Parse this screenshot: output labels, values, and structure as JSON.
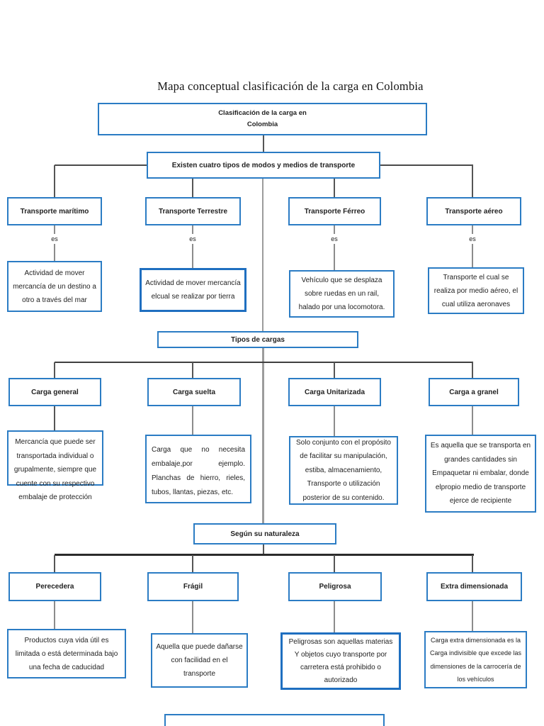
{
  "title": "Mapa conceptual clasificación de la carga en Colombia",
  "root": {
    "label": "Clasificación de la carga en Colombia"
  },
  "level1": {
    "label": "Existen cuatro tipos de modos y medios de transporte"
  },
  "transport": {
    "connector_label": "es",
    "nodes": [
      {
        "label": "Transporte marítimo",
        "description": "Actividad de mover mercancía de un destino a otro a través del mar"
      },
      {
        "label": "Transporte Terrestre",
        "description": "Actividad de mover mercancía elcual se realizar por tierra"
      },
      {
        "label": "Transporte Férreo",
        "description": "Vehículo que se desplaza sobre ruedas en un rail, halado por una locomotora."
      },
      {
        "label": "Transporte aéreo",
        "description": "Transporte el cual se realiza por medio aéreo, el cual utiliza aeronaves"
      }
    ]
  },
  "cargo": {
    "header": "Tipos de cargas",
    "nodes": [
      {
        "label": "Carga general",
        "description": "Mercancía que puede ser transportada individual o grupalmente, siempre que cuente con su respectivo embalaje de protección"
      },
      {
        "label": "Carga suelta",
        "description": "Carga que no necesita embalaje,por ejemplo. Planchas de hierro, rieles, tubos, llantas, piezas, etc."
      },
      {
        "label": "Carga Unitarizada",
        "description": "Solo conjunto con el propósito de facilitar su manipulación, estiba, almacenamiento, Transporte o utilización posterior de su contenido."
      },
      {
        "label": "Carga a granel",
        "description": "Es aquella que se transporta en grandes cantidades sin Empaquetar ni embalar, donde elpropio medio de transporte ejerce de recipiente"
      }
    ]
  },
  "nature": {
    "header": "Según su naturaleza",
    "nodes": [
      {
        "label": "Perecedera",
        "description": "Productos cuya vida útil es limitada o está determinada bajo una fecha de caducidad"
      },
      {
        "label": "Frágil",
        "description": "Aquella que puede dañarse con facilidad en el transporte"
      },
      {
        "label": "Peligrosa",
        "description": "Peligrosas son aquellas materias Y objetos cuyo transporte por carretera está prohibido o autorizado"
      },
      {
        "label": "Extra dimensionada",
        "description": "Carga extra dimensionada es la Carga indivisible que excede las dimensiones de la carrocería de los vehículos"
      }
    ]
  },
  "colors": {
    "box_border": "#2b7cc4",
    "emphasis_border": "#1f6fc0",
    "line_gray": "#8c8c8c",
    "line_dark": "#3f3f3f",
    "text": "#1f1f1f"
  }
}
